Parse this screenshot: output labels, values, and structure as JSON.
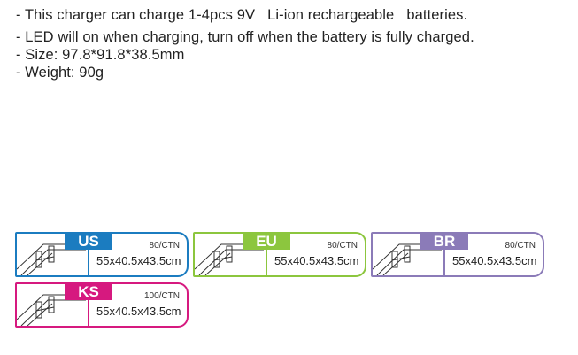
{
  "specs": [
    "- This charger can charge 1-4pcs 9V   Li-ion rechargeable   batteries.",
    "- LED will on when charging, turn off when the battery is fully charged.",
    "- Size: 97.8*91.8*38.5mm",
    "- Weight: 90g"
  ],
  "packages": [
    {
      "label": "US",
      "qty": "80/CTN",
      "size": "55x40.5x43.5cm",
      "color": "#1b7cc0"
    },
    {
      "label": "EU",
      "qty": "80/CTN",
      "size": "55x40.5x43.5cm",
      "color": "#8cc63e"
    },
    {
      "label": "BR",
      "qty": "80/CTN",
      "size": "55x40.5x43.5cm",
      "color": "#8b7bb8"
    },
    {
      "label": "KS",
      "qty": "100/CTN",
      "size": "55x40.5x43.5cm",
      "color": "#d6197f"
    }
  ]
}
